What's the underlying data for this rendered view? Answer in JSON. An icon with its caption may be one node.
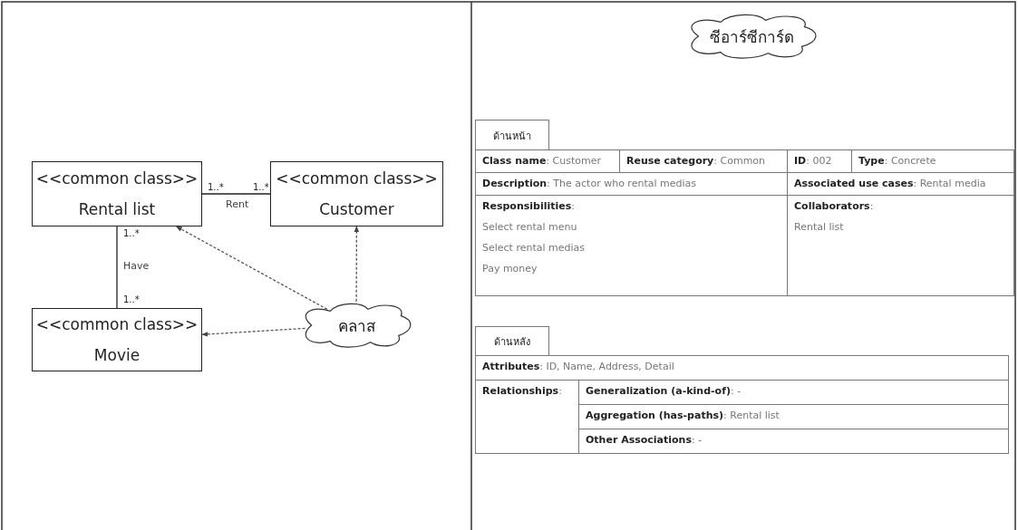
{
  "diagram": {
    "nodes": [
      {
        "text": [
          "<<common class>>",
          "Rental list"
        ]
      },
      {
        "text": [
          "<<common class>>",
          "Customer"
        ]
      },
      {
        "text": [
          "<<common class>>",
          "Movie"
        ]
      },
      {
        "text": [
          "คลาส"
        ]
      },
      {
        "text": [
          "ซีอาร์ซีการ์ด"
        ]
      }
    ],
    "edges": [
      {
        "from": 0,
        "to": 1,
        "arrow": "none",
        "label": "Rent"
      },
      {
        "from": 0,
        "to": 2,
        "arrow": "none",
        "label": "Have"
      },
      {
        "from": 3,
        "to": 0,
        "arrow": "to",
        "style": "dashed"
      },
      {
        "from": 3,
        "to": 1,
        "arrow": "to",
        "style": "dashed"
      },
      {
        "from": 3,
        "to": 2,
        "arrow": "to",
        "style": "dashed"
      }
    ],
    "labels": [
      "1..*",
      "1..*",
      "1..*",
      "1..*",
      "ด้านหน้า",
      "**Class name**: Customer",
      "**Reuse category**: Common",
      "**ID**: 002",
      "**Type**: Concrete",
      "**Description**: The actor who rental medias",
      "**Associated use cases**: Rental media",
      "**Responsibilities**:",
      "Select rental menu",
      "Select rental medias",
      "Pay money",
      "**Collaborators**:",
      "Rental list",
      "ด้านหลัง",
      "**Attributes**: ID, Name, Address, Detail",
      "**Relationships**:",
      "**Generalization (a-kind-of)**: -",
      "**Aggregation (has-paths)**: Rental list",
      "**Other Associations**: -"
    ]
  }
}
